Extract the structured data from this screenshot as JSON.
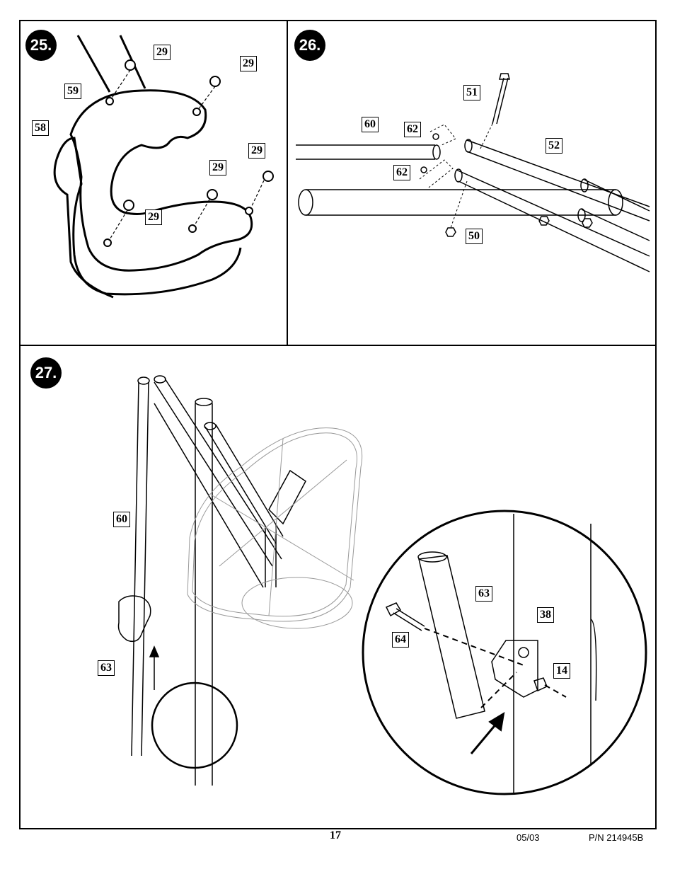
{
  "steps": {
    "s25": "25.",
    "s26": "26.",
    "s27": "27."
  },
  "labels": {
    "p25": [
      "29",
      "29",
      "59",
      "58",
      "29",
      "29",
      "29"
    ],
    "p26": [
      "51",
      "60",
      "62",
      "52",
      "62",
      "50"
    ],
    "p27": [
      "60",
      "63",
      "63",
      "38",
      "64",
      "14"
    ]
  },
  "footer": {
    "page_number": "17",
    "date": "05/03",
    "part_number": "P/N 214945B"
  }
}
